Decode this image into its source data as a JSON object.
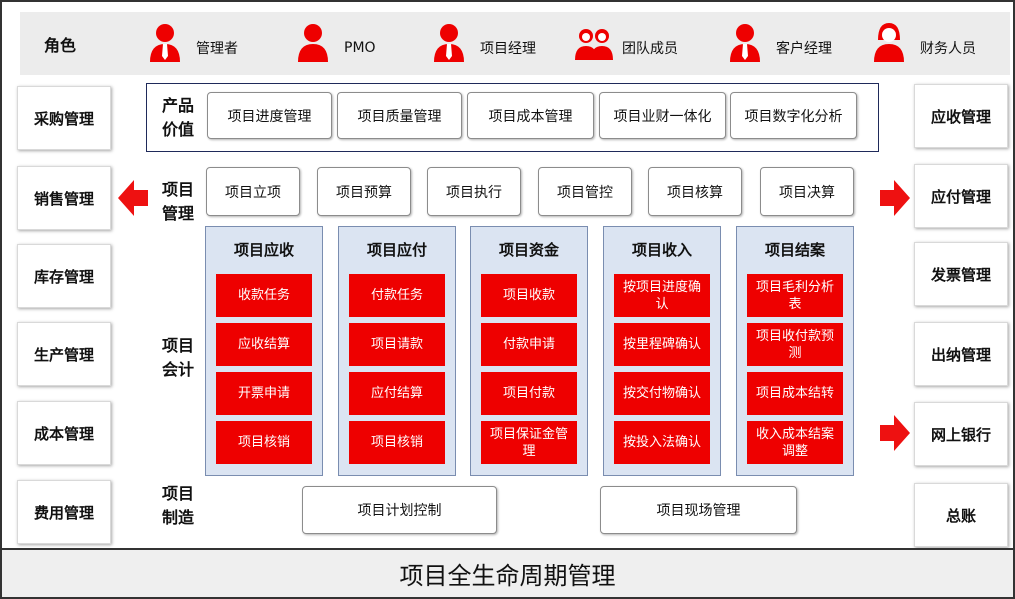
{
  "roles": {
    "title": "角色",
    "items": [
      {
        "label": "管理者",
        "icon": "manager-icon"
      },
      {
        "label": "PMO",
        "icon": "user-icon"
      },
      {
        "label": "项目经理",
        "icon": "manager-icon"
      },
      {
        "label": "团队成员",
        "icon": "team-icon"
      },
      {
        "label": "客户经理",
        "icon": "manager-icon"
      },
      {
        "label": "财务人员",
        "icon": "female-user-icon"
      }
    ]
  },
  "left_modules": [
    "采购管理",
    "销售管理",
    "库存管理",
    "生产管理",
    "成本管理",
    "费用管理"
  ],
  "right_modules": [
    "应收管理",
    "应付管理",
    "发票管理",
    "出纳管理",
    "网上银行",
    "总账"
  ],
  "product_value": {
    "label": "产品价值",
    "items": [
      "项目进度管理",
      "项目质量管理",
      "项目成本管理",
      "项目业财一体化",
      "项目数字化分析"
    ]
  },
  "project_management": {
    "label": "项目管理",
    "items": [
      "项目立项",
      "项目预算",
      "项目执行",
      "项目管控",
      "项目核算",
      "项目决算"
    ]
  },
  "project_accounting": {
    "label": "项目会计",
    "columns": [
      {
        "title": "项目应收",
        "items": [
          "收款任务",
          "应收结算",
          "开票申请",
          "项目核销"
        ]
      },
      {
        "title": "项目应付",
        "items": [
          "付款任务",
          "项目请款",
          "应付结算",
          "项目核销"
        ]
      },
      {
        "title": "项目资金",
        "items": [
          "项目收款",
          "付款申请",
          "项目付款",
          "项目保证金管理"
        ]
      },
      {
        "title": "项目收入",
        "items": [
          "按项目进度确认",
          "按里程碑确认",
          "按交付物确认",
          "按投入法确认"
        ]
      },
      {
        "title": "项目结案",
        "items": [
          "项目毛利分析表",
          "项目收付款预测",
          "项目成本结转",
          "收入成本结案调整"
        ]
      }
    ]
  },
  "project_manufacturing": {
    "label": "项目制造",
    "items": [
      "项目计划控制",
      "项目现场管理"
    ]
  },
  "footer": {
    "title": "项目全生命周期管理"
  },
  "colors": {
    "accent_red": "#ee0000",
    "column_bg": "#dbe4f2",
    "frame_navy": "#1f2a5a"
  }
}
